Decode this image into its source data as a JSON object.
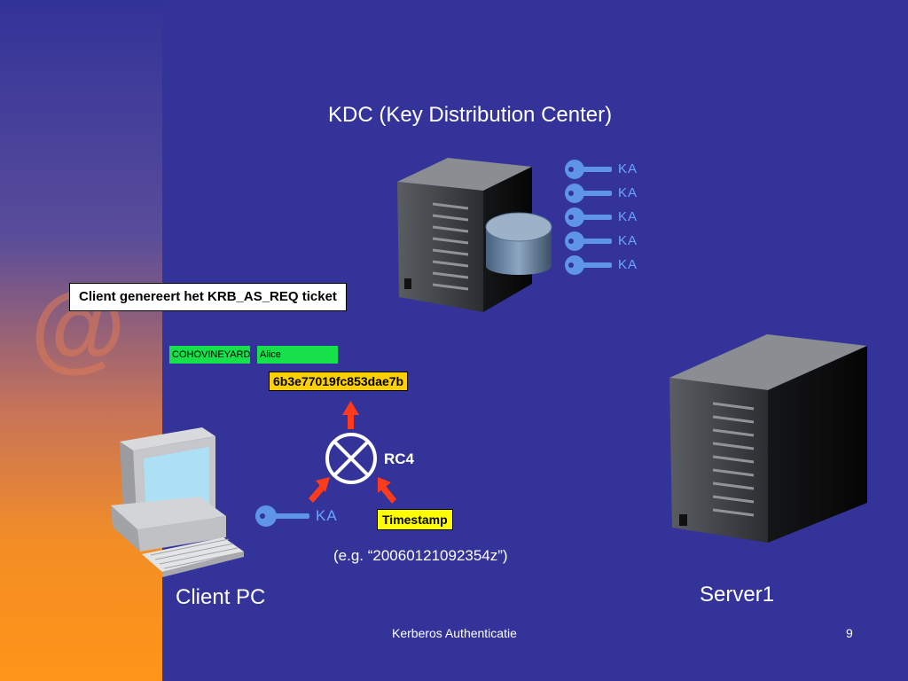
{
  "slide": {
    "title": "KDC (Key Distribution Center)",
    "note_generate": "Client genereert het KRB_AS_REQ ticket",
    "domain_field": "COHOVINEYARD",
    "user_field": "Alice",
    "hash_value": "6b3e77019fc853dae7b",
    "cipher_label": "RC4",
    "timestamp_label": "Timestamp",
    "timestamp_example": "(e.g. “20060121092354z”)",
    "client_label": "Client PC",
    "server_label": "Server1",
    "footer_text": "Kerberos Authenticatie",
    "page_number": "9"
  },
  "kdc_keys": [
    "KA",
    "KA",
    "KA",
    "KA",
    "KA"
  ],
  "client_key": "KA",
  "colors": {
    "background": "#33339a",
    "side_gradient_end": "#ff9418",
    "hash_box": "#ffd000",
    "timestamp_box": "#ffff00",
    "field_green": "#16e04a",
    "arrow": "#ff3b1c",
    "key_blue": "#6aa6ff"
  },
  "icons": [
    "at-sign-icon",
    "server-icon",
    "database-icon",
    "key-icon",
    "desktop-pc-icon",
    "cipher-operator-icon",
    "arrow-icon"
  ]
}
